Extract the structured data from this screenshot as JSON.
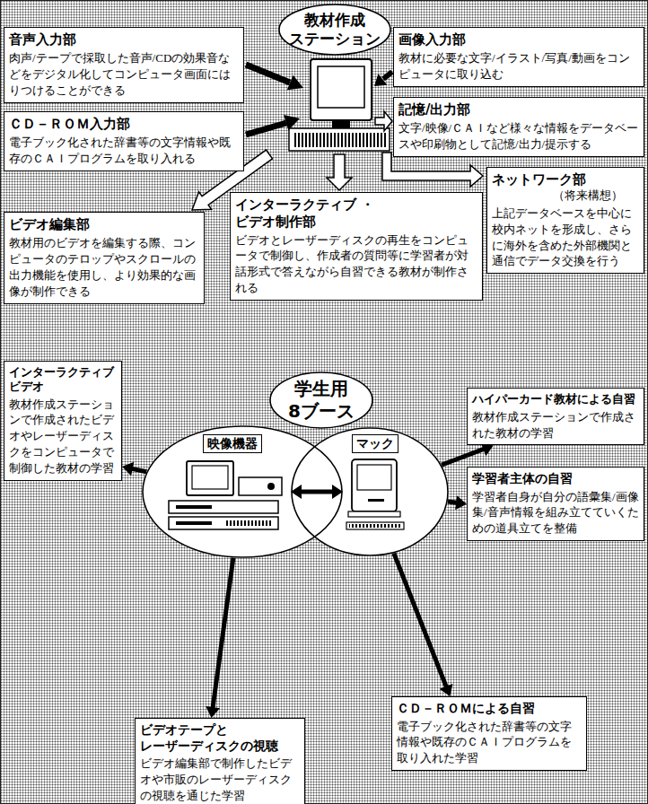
{
  "diagram": {
    "nodes": [
      {
        "text": [
          "教材作成 ステーション"
        ]
      },
      {
        "text": [
          "音声入力部",
          "肉声/テープで採取した音声/CDの効果音などをデジタル化してコンピュータ画面にはりつけることができる"
        ]
      },
      {
        "text": [
          "画像入力部",
          "教材に必要な文字/イラスト/写真/動画をコンピュータに取り込む"
        ]
      },
      {
        "text": [
          "ＣＤ－ＲＯＭ入力部",
          "電子ブック化された辞書等の文字情報や既存のＣＡＩプログラムを取り入れる"
        ]
      },
      {
        "text": [
          "記憶/出力部",
          "文字/映像/ＣＡＩなど様々な情報をデータベースや印刷物として記憶/出力/提示する"
        ]
      },
      {
        "text": [
          "ビデオ編集部",
          "教材用のビデオを編集する際、コンピュータのテロップやスクロールの出力機能を使用し、より効果的な画像が制作できる"
        ]
      },
      {
        "text": [
          "インターラクティブ ・ビデオ制作部",
          "ビデオとレーザーディスクの再生をコンピュータで制御し、作成者の質問等に学習者が対話形式で答えながら自習できる教材が制作される"
        ]
      },
      {
        "text": [
          "ネットワーク部",
          "（将来構想）",
          "上記データベースを中心に校内ネットを形成し、さらに海外を含めた外部機関と通信でデータ交換を行う"
        ]
      },
      {
        "text": [
          "学生用 8ブース"
        ]
      },
      {
        "text": [
          "インターラクティブ ビデオ",
          "教材作成ステーションで作成されたビデオやレーザーディスクをコンピュータで制御した教材の学習"
        ]
      },
      {
        "text": [
          "ハイパーカード教材による自習",
          "教材作成ステーションで作成された教材の学習"
        ]
      },
      {
        "text": [
          "映像機器"
        ]
      },
      {
        "text": [
          "マック"
        ]
      },
      {
        "text": [
          "学習者主体の自習",
          "学習者自身が自分の語彙集/画像集/音声情報を組み立てていくための道具立てを整備"
        ]
      },
      {
        "text": [
          "ビデオテープと レーザーディスクの視聴",
          "ビデオ編集部で制作したビデオや市販のレーザーディスクの視聴を通じた学習"
        ]
      },
      {
        "text": [
          "ＣＤ－ＲＯＭによる自習",
          "電子ブック化された辞書等の文字情報や既存のＣＡＩプログラムを取り入れた学習"
        ]
      }
    ],
    "edges": [
      {
        "from": 11,
        "to": 9,
        "arrow": "to"
      },
      {
        "from": 11,
        "to": 12,
        "arrow": "both"
      },
      {
        "from": 12,
        "to": 10,
        "arrow": "to"
      },
      {
        "from": 12,
        "to": 13,
        "arrow": "to"
      },
      {
        "from": 11,
        "to": 14,
        "arrow": "to"
      },
      {
        "from": 12,
        "to": 15,
        "arrow": "to"
      }
    ]
  }
}
